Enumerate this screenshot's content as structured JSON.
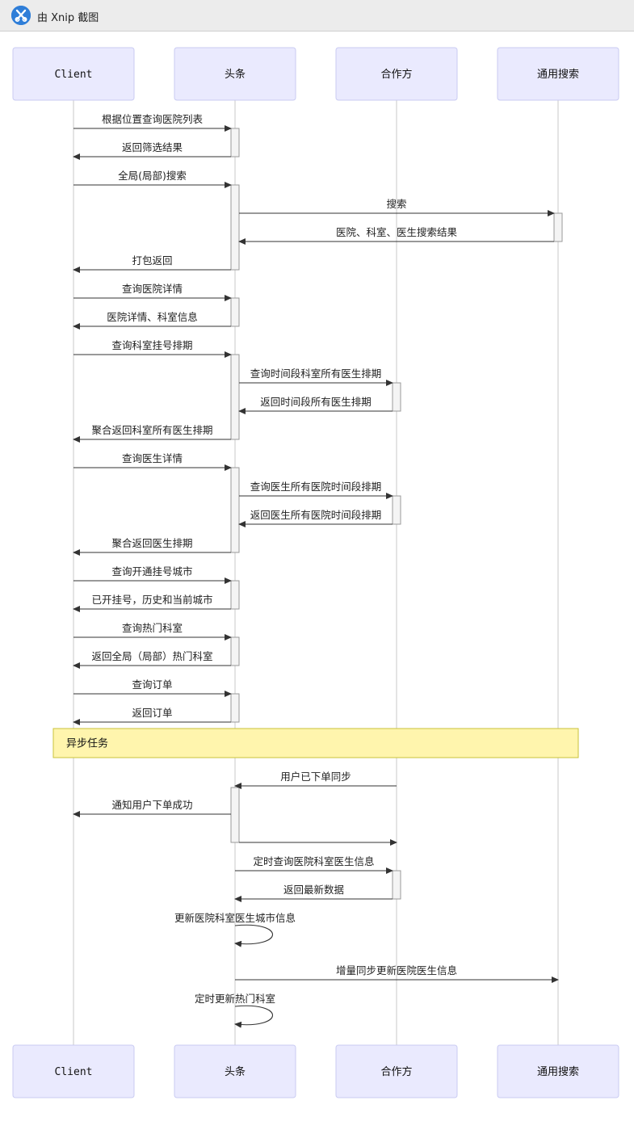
{
  "window": {
    "title": "由 Xnip 截图"
  },
  "diagram": {
    "actors": [
      {
        "id": "client",
        "name": "Client",
        "mono": true
      },
      {
        "id": "toutiao",
        "name": "头条",
        "mono": false
      },
      {
        "id": "partner",
        "name": "合作方",
        "mono": false
      },
      {
        "id": "search",
        "name": "通用搜索",
        "mono": false
      }
    ],
    "messages": [
      {
        "from": "client",
        "to": "toutiao",
        "label": "根据位置查询医院列表"
      },
      {
        "from": "toutiao",
        "to": "client",
        "label": "返回筛选结果"
      },
      {
        "from": "client",
        "to": "toutiao",
        "label": "全局(局部)搜索"
      },
      {
        "from": "toutiao",
        "to": "search",
        "label": "搜索"
      },
      {
        "from": "search",
        "to": "toutiao",
        "label": "医院、科室、医生搜索结果"
      },
      {
        "from": "toutiao",
        "to": "client",
        "label": "打包返回"
      },
      {
        "from": "client",
        "to": "toutiao",
        "label": "查询医院详情"
      },
      {
        "from": "toutiao",
        "to": "client",
        "label": "医院详情、科室信息"
      },
      {
        "from": "client",
        "to": "toutiao",
        "label": "查询科室挂号排期"
      },
      {
        "from": "toutiao",
        "to": "partner",
        "label": "查询时间段科室所有医生排期"
      },
      {
        "from": "partner",
        "to": "toutiao",
        "label": "返回时间段所有医生排期"
      },
      {
        "from": "toutiao",
        "to": "client",
        "label": "聚合返回科室所有医生排期"
      },
      {
        "from": "client",
        "to": "toutiao",
        "label": "查询医生详情"
      },
      {
        "from": "toutiao",
        "to": "partner",
        "label": "查询医生所有医院时间段排期"
      },
      {
        "from": "partner",
        "to": "toutiao",
        "label": "返回医生所有医院时间段排期"
      },
      {
        "from": "toutiao",
        "to": "client",
        "label": "聚合返回医生排期"
      },
      {
        "from": "client",
        "to": "toutiao",
        "label": "查询开通挂号城市"
      },
      {
        "from": "toutiao",
        "to": "client",
        "label": "已开挂号，历史和当前城市"
      },
      {
        "from": "client",
        "to": "toutiao",
        "label": "查询热门科室"
      },
      {
        "from": "toutiao",
        "to": "client",
        "label": "返回全局（局部）热门科室"
      },
      {
        "from": "client",
        "to": "toutiao",
        "label": "查询订单"
      },
      {
        "from": "toutiao",
        "to": "client",
        "label": "返回订单"
      },
      {
        "from": "partner",
        "to": "toutiao",
        "label": "用户已下单同步"
      },
      {
        "from": "toutiao",
        "to": "client",
        "label": "通知用户下单成功"
      },
      {
        "from": "toutiao",
        "to": "partner",
        "label": ""
      },
      {
        "from": "toutiao",
        "to": "partner",
        "label": "定时查询医院科室医生信息"
      },
      {
        "from": "partner",
        "to": "toutiao",
        "label": "返回最新数据"
      },
      {
        "from": "toutiao",
        "to": "toutiao",
        "label": "更新医院科室医生城市信息"
      },
      {
        "from": "toutiao",
        "to": "search",
        "label": "增量同步更新医院医生信息"
      },
      {
        "from": "toutiao",
        "to": "toutiao",
        "label": "定时更新热门科室"
      }
    ],
    "note": {
      "text": "异步任务"
    },
    "colors": {
      "actor_fill": "#eaeafe",
      "actor_border": "#c9cbf2",
      "note_fill": "#fff5ad",
      "note_border": "#c9c23a",
      "arrow": "#333333"
    }
  }
}
